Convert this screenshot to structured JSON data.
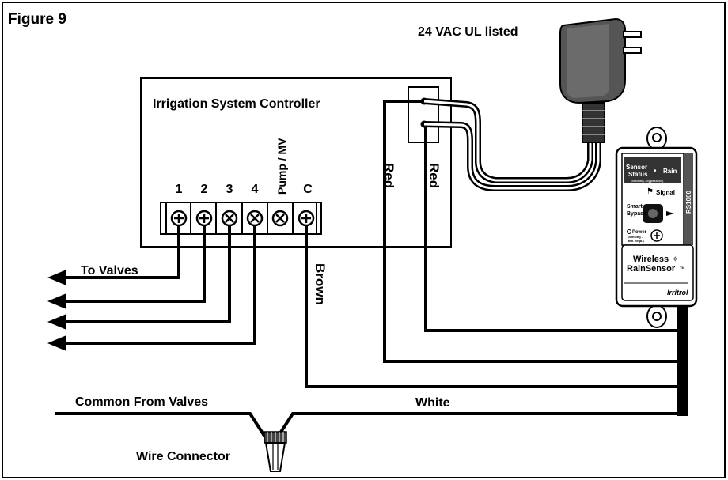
{
  "figure_label": "Figure 9",
  "power_supply_label": "24 VAC UL listed",
  "controller": {
    "title": "Irrigation System Controller",
    "terminals": [
      "1",
      "2",
      "3",
      "4",
      "Pump / MV",
      "C"
    ]
  },
  "wires": {
    "red_left": "Red",
    "red_right": "Red",
    "brown": "Brown",
    "white": "White",
    "to_valves": "To Valves",
    "common_from_valves": "Common From Valves",
    "wire_connector": "Wire Connector"
  },
  "sensor": {
    "model": "RS1000",
    "status_line1": "Sensor",
    "status_line2": "Status",
    "status_rain": "Rain",
    "status_sub": "(blinking - bypass on)",
    "signal": "Signal",
    "smart_bypass_1": "Smart",
    "smart_bypass_2": "Bypass",
    "power": "Power",
    "power_sub1": "(blinking -",
    "power_sub2": "attn. reqd.)",
    "brand_line1": "Wireless",
    "brand_line2": "RainSensor",
    "trademark": "TM",
    "maker": "Irritrol"
  }
}
